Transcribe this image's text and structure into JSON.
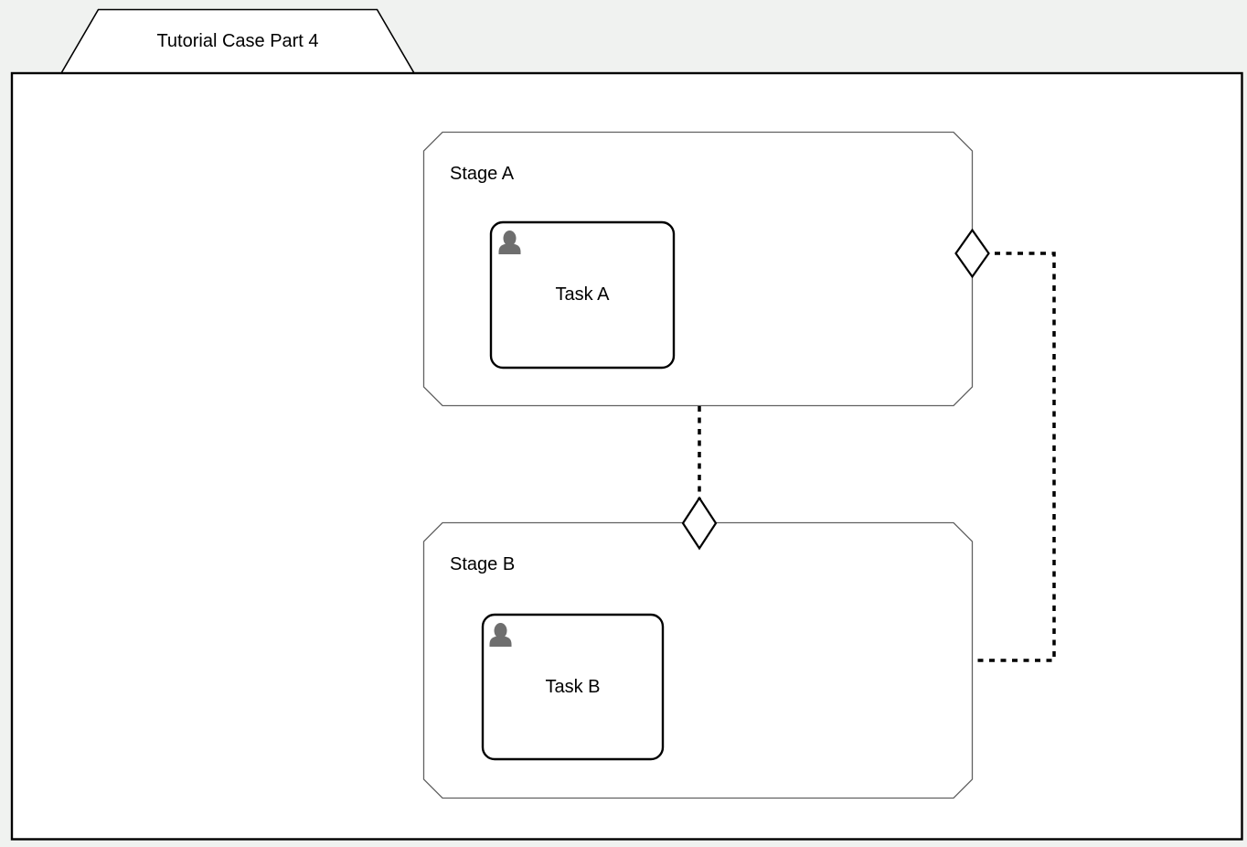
{
  "diagram_type": "CMMN case model diagram",
  "case": {
    "tab_label": "Tutorial Case Part 4"
  },
  "stages": [
    {
      "label": "Stage A",
      "task": {
        "label": "Task A",
        "type": "human-task",
        "icon": "person-icon"
      },
      "sentry": {
        "shape": "diamond",
        "kind": "entry-criterion",
        "position": "right-border"
      }
    },
    {
      "label": "Stage B",
      "task": {
        "label": "Task B",
        "type": "human-task",
        "icon": "person-icon"
      },
      "sentry": {
        "shape": "diamond",
        "kind": "entry-criterion",
        "position": "top-border"
      }
    }
  ],
  "connectors": [
    {
      "from": "stage-a-bottom",
      "to": "stage-b-top-sentry",
      "style": "dotted"
    },
    {
      "from": "stage-a-right-sentry",
      "to": "stage-b-right-border",
      "style": "dotted"
    }
  ],
  "colors": {
    "canvas_background": "#f0f2f0",
    "shape_fill": "#ffffff",
    "case_border": "#000000",
    "stage_border": "#616161",
    "task_border": "#000000",
    "connector": "#000000",
    "person_icon": "#6e6e6e",
    "text": "#000000"
  }
}
